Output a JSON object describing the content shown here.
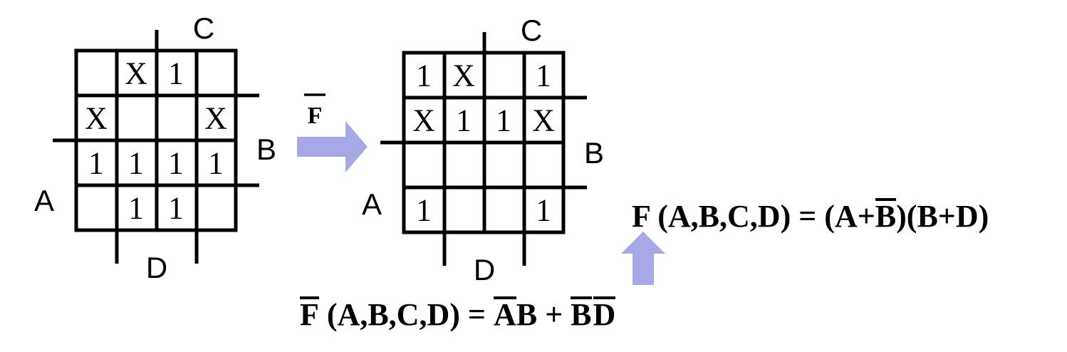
{
  "kmap_left": {
    "labels": {
      "c": "C",
      "b": "B",
      "a": "A",
      "d": "D"
    },
    "cells": [
      [
        "",
        "X",
        "1",
        ""
      ],
      [
        "X",
        "",
        "",
        "X"
      ],
      [
        "1",
        "1",
        "1",
        "1"
      ],
      [
        "",
        "1",
        "1",
        ""
      ]
    ]
  },
  "kmap_right": {
    "labels": {
      "c": "C",
      "b": "B",
      "a": "A",
      "d": "D"
    },
    "cells": [
      [
        "1",
        "X",
        "",
        "1"
      ],
      [
        "X",
        "1",
        "1",
        "X"
      ],
      [
        "",
        "",
        "",
        ""
      ],
      [
        "1",
        "",
        "",
        "1"
      ]
    ]
  },
  "arrow_label": "F",
  "arrow_color": "#a7a9e6",
  "equation_f": {
    "lhs": "F (A,B,C,D) = (A+",
    "bar_term": "B",
    "rhs": ")(B+D)"
  },
  "equation_fbar": {
    "f": "F",
    "args": " (A,B,C,D) = ",
    "a_bar": "A",
    "b": "B + ",
    "b_bar": "B",
    "d_bar": "D"
  }
}
